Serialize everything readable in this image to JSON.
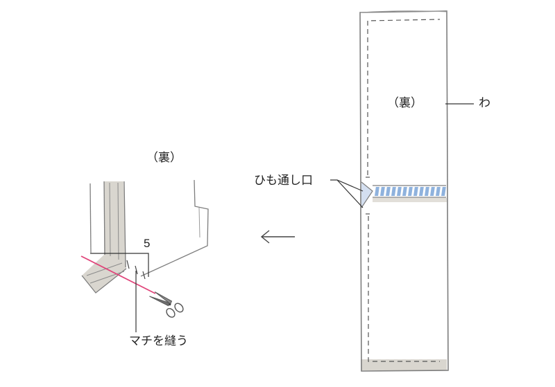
{
  "labels": {
    "back_side_right": "（裏）",
    "fold_mark": "わ",
    "drawstring_opening": "ひも通し口",
    "back_side_left": "（裏）",
    "gusset_size": "5",
    "sew_gusset": "マチを縫う"
  },
  "icons": {
    "direction_arrow": "left-arrow-icon",
    "cut_tool": "scissors-icon"
  },
  "colors": {
    "outline": "#7d7d7d",
    "fabric_shade": "#d6d3cc",
    "drawstring_casing": "#8fb2dd",
    "cut_line": "#e0457a",
    "text": "#222222"
  }
}
